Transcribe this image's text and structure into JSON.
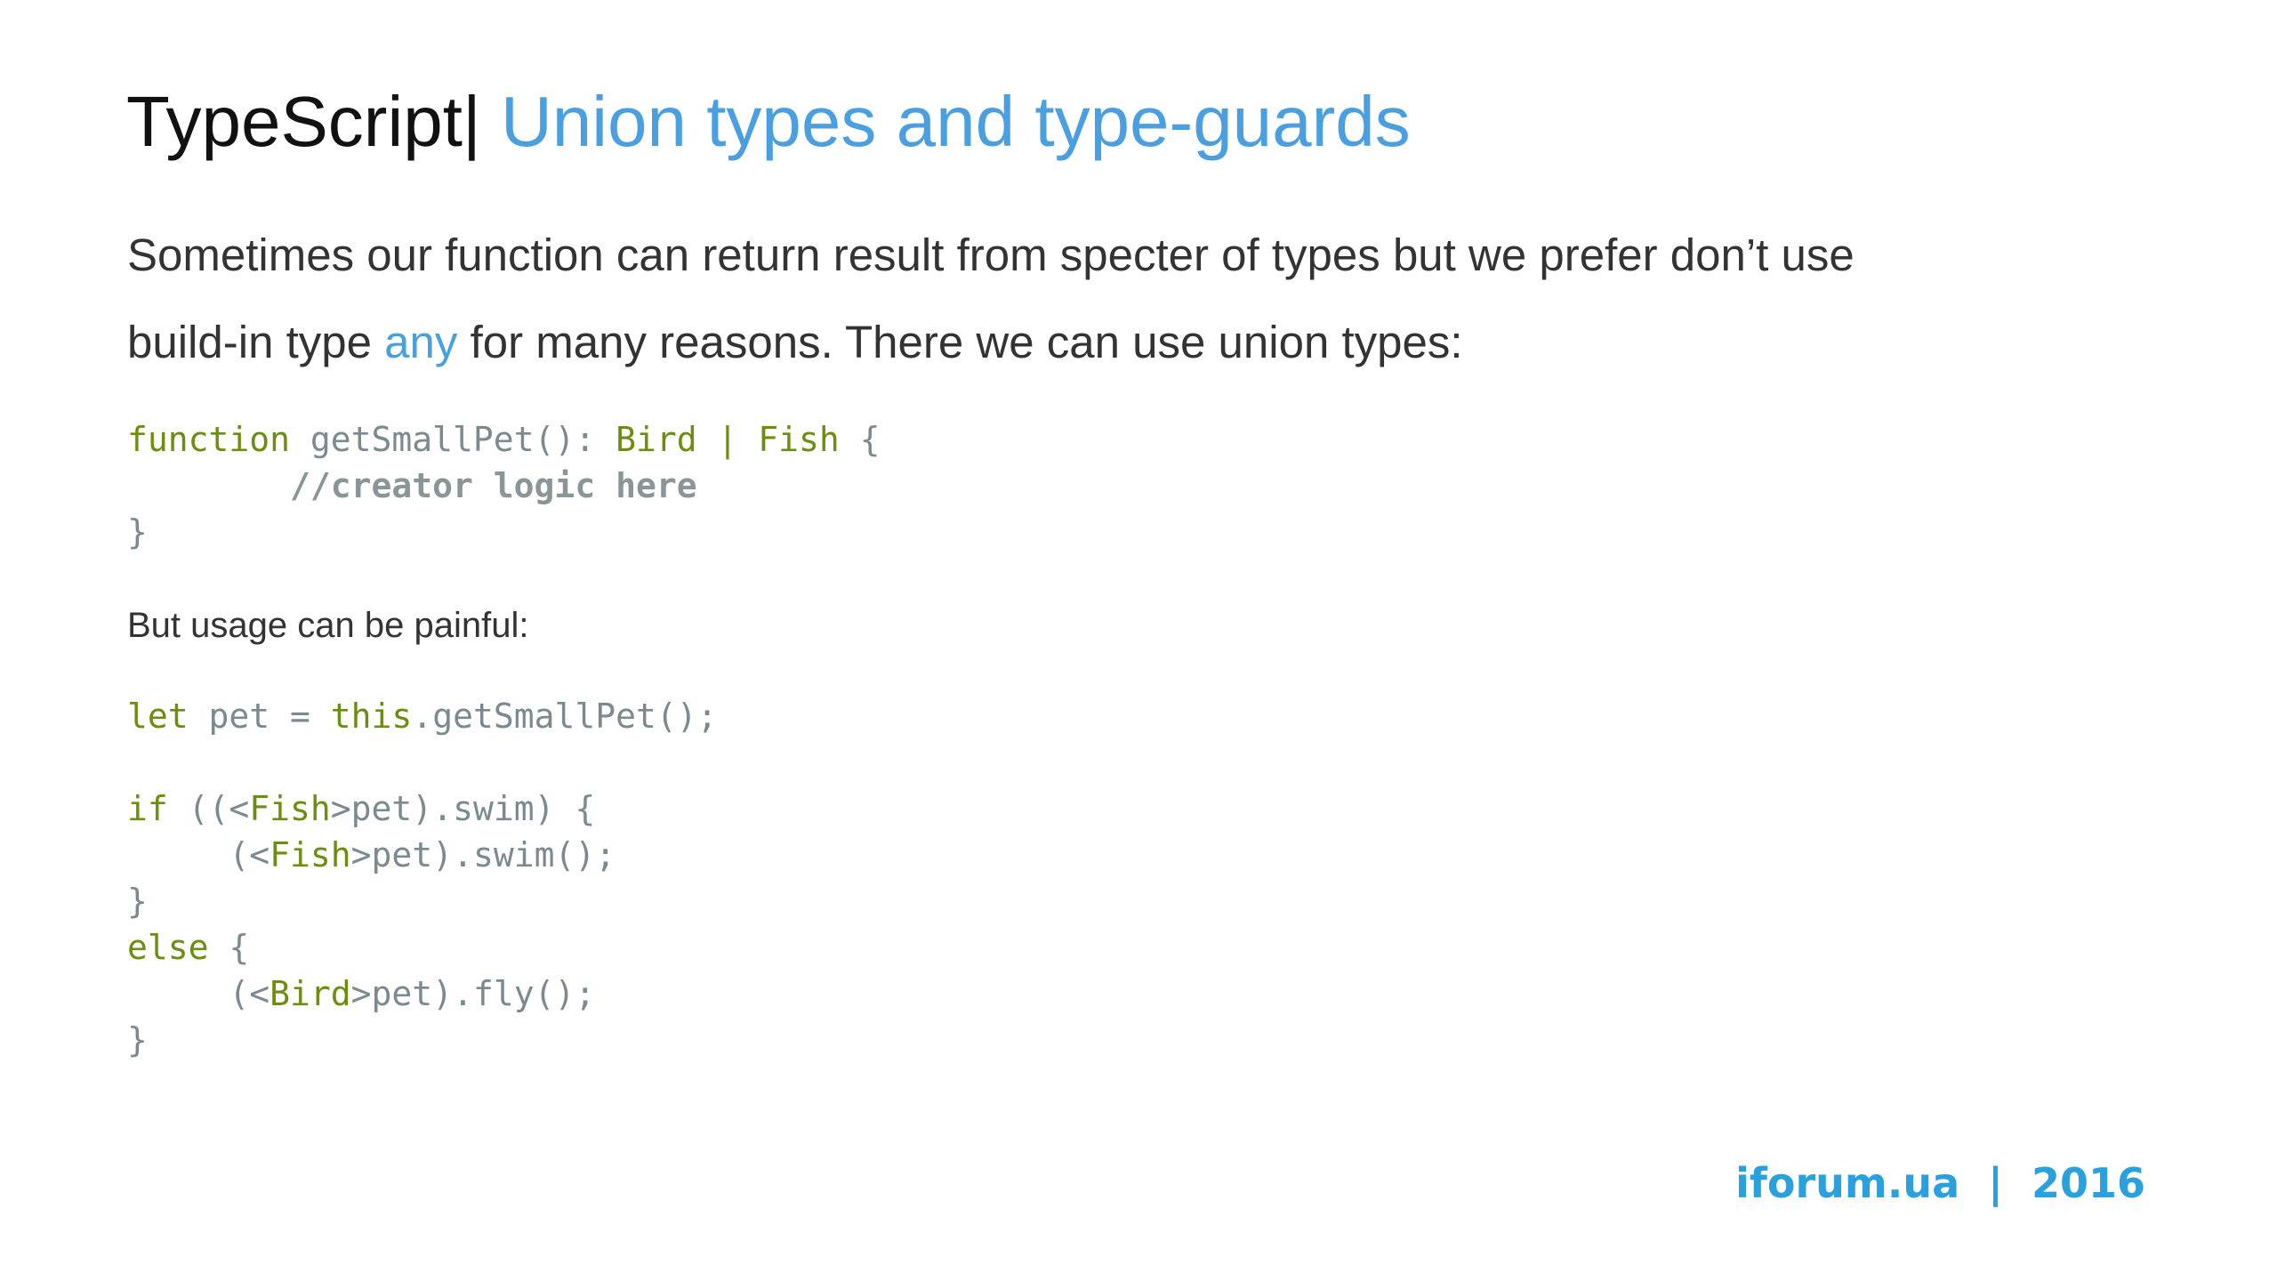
{
  "title": {
    "prefix": "TypeScript",
    "separator": "|",
    "main": " Union types and type-guards"
  },
  "intro": {
    "line1": "Sometimes our function can return result from specter of types but we prefer don’t use",
    "line2_before": "build-in type ",
    "line2_keyword": "any",
    "line2_after": " for many reasons. There we can use union types:"
  },
  "code_block_1": {
    "l1_kw": "function",
    "l1_rest": " getSmallPet(): ",
    "l1_t1": "Bird",
    "l1_pipe": " | ",
    "l1_t2": "Fish",
    "l1_end": " {",
    "l2_comment": "        //creator logic here",
    "l3": "}"
  },
  "note": "But usage can be painful:",
  "code_block_2": {
    "l1_kw": "let",
    "l1_a": " pet = ",
    "l1_this": "this",
    "l1_b": ".getSmallPet();",
    "l3_kw": "if",
    "l3_a": " ((<",
    "l3_t": "Fish",
    "l3_b": ">pet).swim) {",
    "l4_a": "     (<",
    "l4_t": "Fish",
    "l4_b": ">pet).swim();",
    "l5": "}",
    "l6_kw": "else",
    "l6_a": " {",
    "l7_a": "     (<",
    "l7_t": "Bird",
    "l7_b": ">pet).fly();",
    "l8": "}"
  },
  "footer": "iforum.ua  |  2016",
  "colors": {
    "accent_blue": "#4a9fe0",
    "keyword_green": "#6b8e0f",
    "code_gray": "#7a8a8f",
    "footer_blue": "#2aa0dc"
  }
}
